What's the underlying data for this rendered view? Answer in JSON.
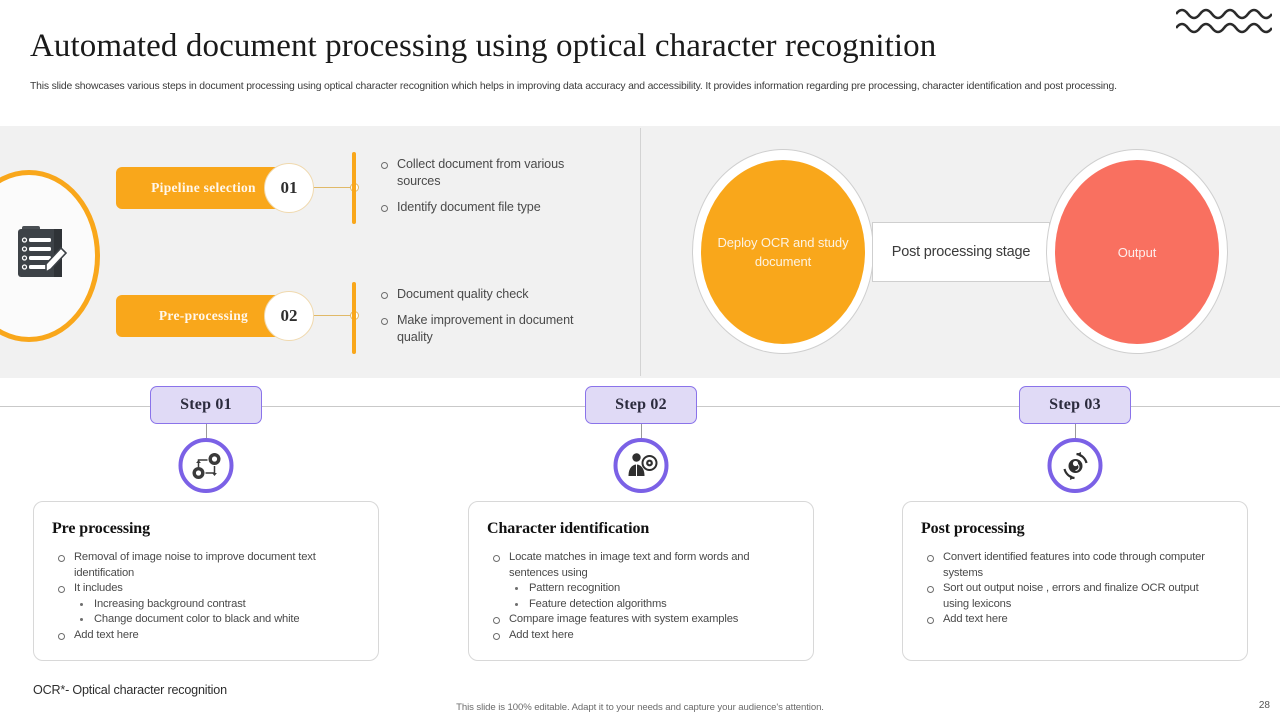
{
  "header": {
    "title": "Automated document processing using optical character recognition",
    "subtitle": "This slide showcases various steps in document processing using optical character recognition which helps in improving data accuracy and accessibility. It provides information regarding pre processing, character identification and post processing.",
    "wave_icon": "wave-decoration-icon"
  },
  "pipeline": {
    "doc_icon": "clipboard-pencil-icon",
    "rows": [
      {
        "label": "Pipeline  selection",
        "number": "01",
        "bullets": [
          "Collect document from various sources",
          "Identify  document file type"
        ]
      },
      {
        "label": "Pre-processing",
        "number": "02",
        "bullets": [
          "Document quality check",
          "Make  improvement in document quality"
        ]
      }
    ]
  },
  "flow": {
    "ocr_circle": "Deploy OCR and study document",
    "middle_box": "Post processing stage",
    "output_circle": "Output"
  },
  "steps": [
    {
      "badge": "Step 01",
      "icon": "process-gear-flow-icon",
      "title": "Pre processing",
      "items": [
        {
          "text": "Removal  of image noise to improve  document text identification",
          "level": 1
        },
        {
          "text": "It includes",
          "level": 1
        },
        {
          "text": "Increasing  background  contrast",
          "level": 2
        },
        {
          "text": "Change  document color to black and white",
          "level": 2
        },
        {
          "text": "Add text here",
          "level": 1
        }
      ]
    },
    {
      "badge": "Step 02",
      "icon": "person-recognition-icon",
      "title": "Character identification",
      "items": [
        {
          "text": "Locate matches in image text and form words and sentences using",
          "level": 1
        },
        {
          "text": "Pattern recognition",
          "level": 2
        },
        {
          "text": "Feature detection algorithms",
          "level": 2
        },
        {
          "text": "Compare  image features  with system examples",
          "level": 1
        },
        {
          "text": "Add text here",
          "level": 1
        }
      ]
    },
    {
      "badge": "Step 03",
      "icon": "cycle-refresh-icon",
      "title": "Post processing",
      "items": [
        {
          "text": "Convert  identified features into code through computer systems",
          "level": 1
        },
        {
          "text": "Sort out output noise , errors and finalize OCR output",
          "level": 1
        },
        {
          "text": "using lexicons",
          "level": 0
        },
        {
          "text": "Add text here",
          "level": 1
        }
      ]
    }
  ],
  "footer": {
    "footnote": "OCR*- Optical character recognition",
    "editable_note": "This slide is 100% editable. Adapt it to your needs and capture your audience's attention.",
    "page_number": "28"
  },
  "colors": {
    "orange": "#f9a71b",
    "coral": "#f97060",
    "purple": "#7b61e6",
    "purple_bar": "#6c52e8",
    "badge_fill": "#e0daf6",
    "panel_bg": "#f1f1f1"
  }
}
